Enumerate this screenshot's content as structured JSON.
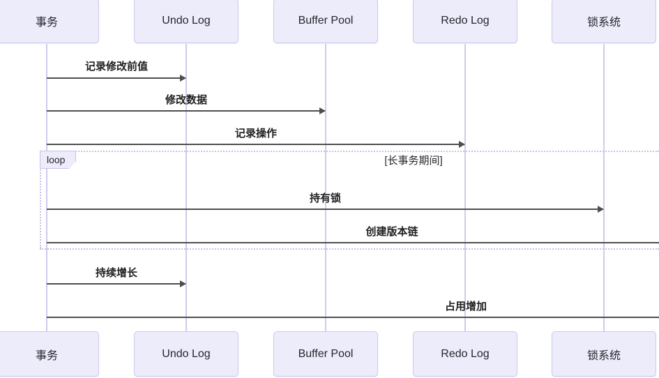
{
  "diagram": {
    "type": "sequence-diagram",
    "participants": [
      {
        "name": "事务"
      },
      {
        "name": "Undo Log"
      },
      {
        "name": "Buffer Pool"
      },
      {
        "name": "Redo Log"
      },
      {
        "name": "锁系统"
      }
    ],
    "messages": [
      {
        "label": "记录修改前值",
        "from": "事务",
        "to": "Undo Log"
      },
      {
        "label": "修改数据",
        "from": "事务",
        "to": "Buffer Pool"
      },
      {
        "label": "记录操作",
        "from": "事务",
        "to": "Redo Log"
      },
      {
        "label": "持有锁",
        "from": "事务",
        "to": "锁系统"
      },
      {
        "label": "创建版本链",
        "from": "事务",
        "clipped_right": true
      },
      {
        "label": "持续增长",
        "from": "事务",
        "to": "Undo Log"
      },
      {
        "label": "占用增加",
        "from": "事务",
        "clipped_right": true
      }
    ],
    "loop": {
      "label": "loop",
      "condition": "[长事务期间]"
    }
  },
  "colors": {
    "actor_fill": "#ececfb",
    "actor_border": "#cfc8ec",
    "lifeline": "#d2c9ea",
    "message_line": "#4e4e4e",
    "loop_border": "#c9c0e8",
    "text": "#26262d",
    "background": "#ffffff"
  }
}
